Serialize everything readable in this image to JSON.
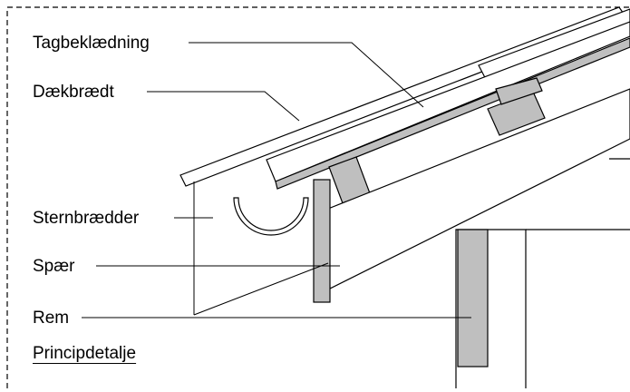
{
  "labels": {
    "tagbeklaedning": "Tagbeklædning",
    "daekbraedt": "Dækbrædt",
    "sternbraedder": "Sternbrædder",
    "spaer": "Spær",
    "rem": "Rem"
  },
  "title": "Principdetalje",
  "colors": {
    "line": "#000000",
    "fill_gray": "#bfbfbf",
    "background": "#ffffff"
  }
}
